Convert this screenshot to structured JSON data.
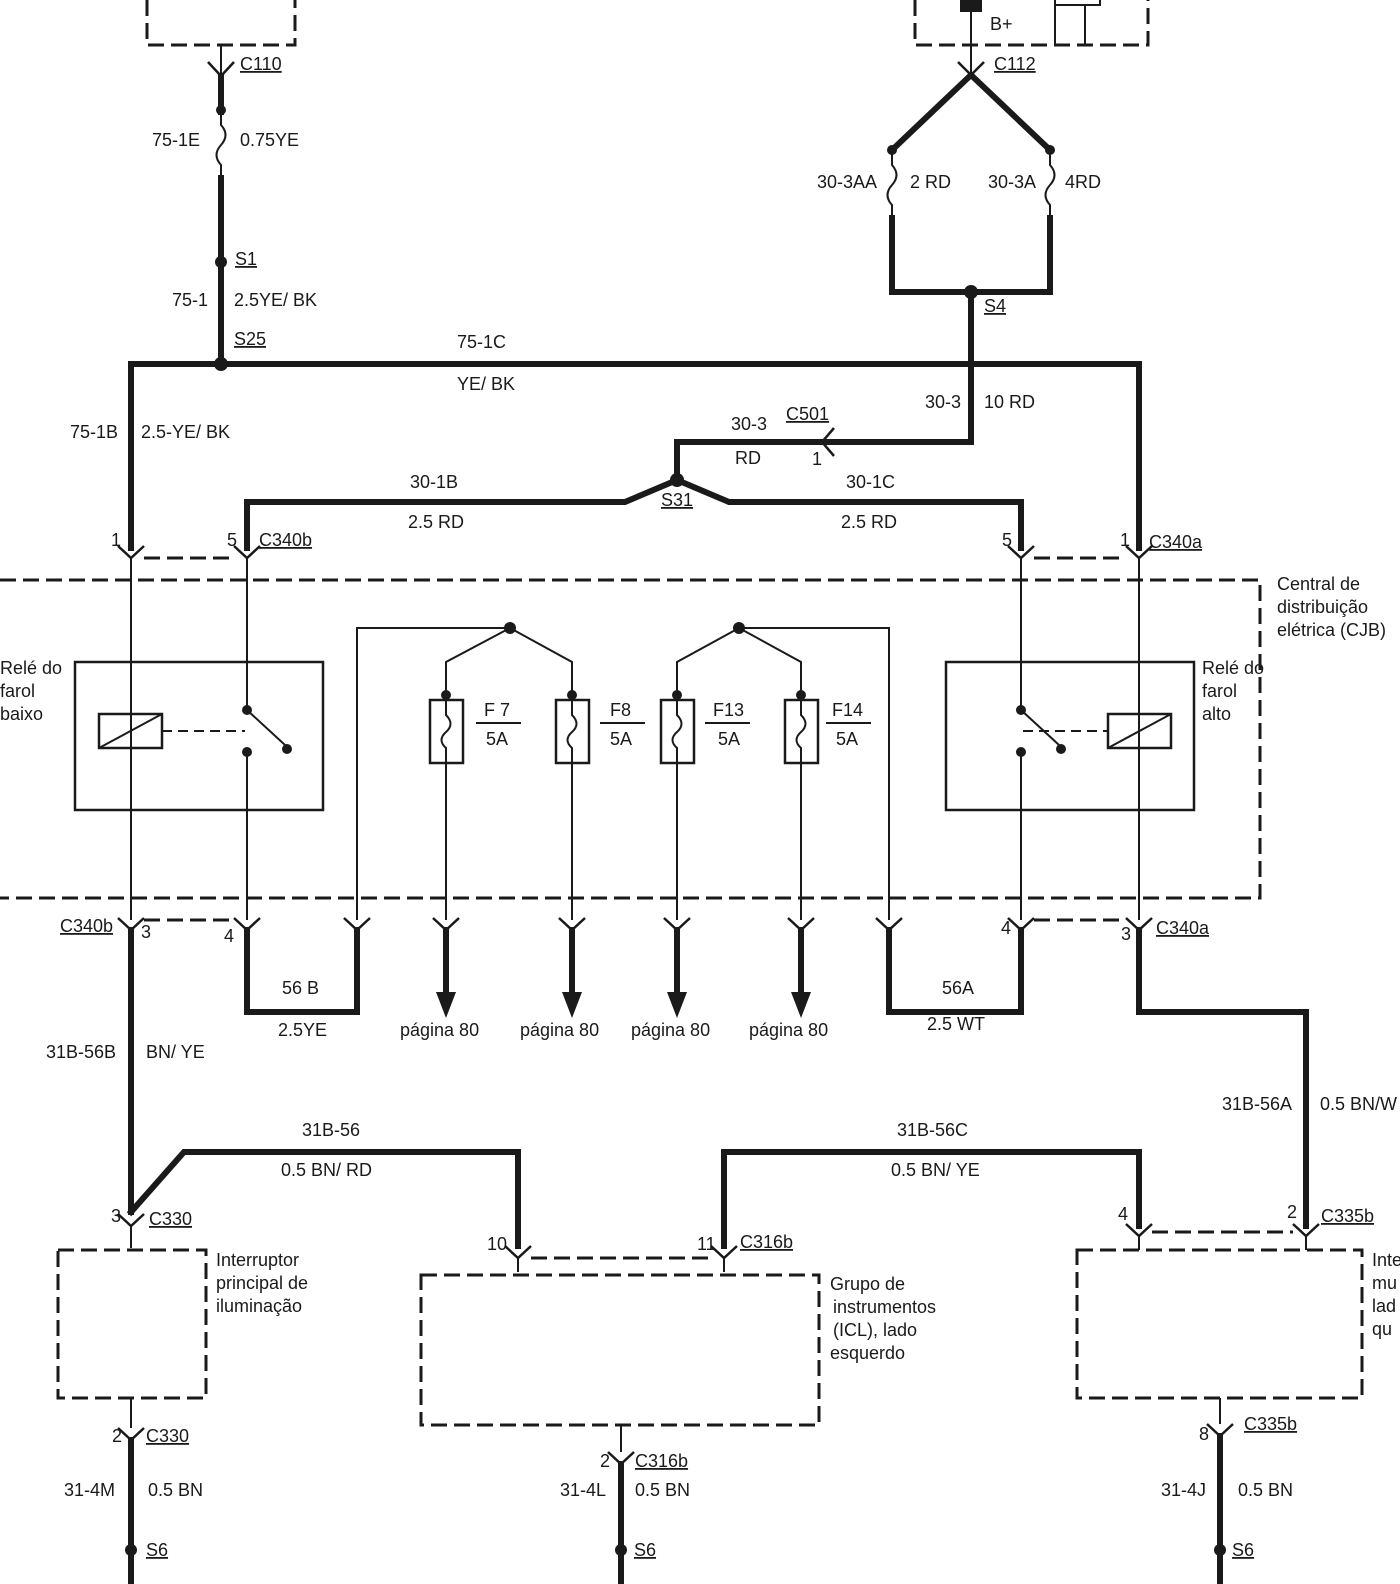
{
  "connectors": {
    "c110": "C110",
    "c112": "C112",
    "c501": "C501",
    "c340b": "C340b",
    "c340a": "C340a",
    "c330": "C330",
    "c316b": "C316b",
    "c335b": "C335b"
  },
  "splices": {
    "s1": "S1",
    "s25": "S25",
    "s4": "S4",
    "s31": "S31",
    "s6": "S6"
  },
  "labels": {
    "b_plus": "B+",
    "w_75_1e": "75-1E",
    "w_075ye": "0.75YE",
    "w_30_3aa": "30-3AA",
    "w_2rd": "2 RD",
    "w_30_3a": "30-3A",
    "w_4rd": "4RD",
    "w_75_1": "75-1",
    "w_25yebk": "2.5YE/ BK",
    "w_75_1c": "75-1C",
    "w_yebk": "YE/ BK",
    "w_75_1b": "75-1B",
    "w_25yebk2": "2.5-YE/ BK",
    "w_30_3": "30-3",
    "w_10rd": "10 RD",
    "w_30_3b": "30-3",
    "w_rd": "RD",
    "w_30_1b": "30-1B",
    "w_25rd_l": "2.5 RD",
    "w_30_1c": "30-1C",
    "w_25rd_r": "2.5 RD",
    "w_56b": "56 B",
    "w_25ye": "2.5YE",
    "w_56a": "56A",
    "w_25wt": "2.5 WT",
    "w_31b_56b": "31B-56B",
    "w_bnye": "BN/ YE",
    "w_31b_56": "31B-56",
    "w_05bnrd": "0.5 BN/ RD",
    "w_31b_56c": "31B-56C",
    "w_05bnye": "0.5 BN/ YE",
    "w_31b_56a": "31B-56A",
    "w_05bnw": "0.5 BN/W",
    "w_31_4m": "31-4M",
    "w_05bn_1": "0.5 BN",
    "w_31_4l": "31-4L",
    "w_05bn_2": "0.5 BN",
    "w_31_4j": "31-4J",
    "w_05bn_3": "0.5 BN"
  },
  "pins": {
    "p1": "1",
    "p5": "5",
    "p3": "3",
    "p4": "4",
    "p2": "2",
    "p10": "10",
    "p11": "11",
    "p8": "8"
  },
  "fuses": [
    {
      "name": "F 7",
      "rating": "5A"
    },
    {
      "name": "F8",
      "rating": "5A"
    },
    {
      "name": "F13",
      "rating": "5A"
    },
    {
      "name": "F14",
      "rating": "5A"
    }
  ],
  "page_ref": "página 80",
  "components": {
    "cjb": [
      "Central de",
      "distribuição",
      "elétrica (CJB)"
    ],
    "relay_low": [
      "Relé do",
      "farol",
      "baixo"
    ],
    "relay_high": [
      "Relé do",
      "farol",
      "alto"
    ],
    "main_switch": [
      "Interruptor",
      "principal de",
      "iluminação"
    ],
    "icl": [
      "Grupo de",
      "instrumentos",
      "(ICL), lado",
      "esquerdo"
    ],
    "right_module": [
      "Inte",
      "mu",
      "lad",
      "qu"
    ]
  }
}
